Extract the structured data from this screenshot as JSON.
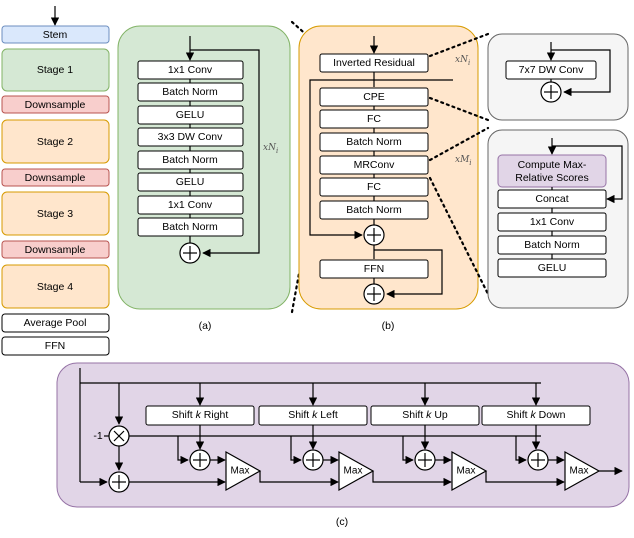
{
  "stages": {
    "stem": "Stem",
    "stage1": "Stage 1",
    "ds1": "Downsample",
    "stage2": "Stage 2",
    "ds2": "Downsample",
    "stage3": "Stage 3",
    "ds3": "Downsample",
    "stage4": "Stage 4",
    "avgpool": "Average Pool",
    "ffn": "FFN"
  },
  "panel_a": {
    "blocks": [
      "1x1 Conv",
      "Batch Norm",
      "GELU",
      "3x3 DW Conv",
      "Batch Norm",
      "GELU",
      "1x1 Conv",
      "Batch Norm"
    ],
    "repeat": "xN",
    "repeat_sub": "i",
    "caption": "(a)"
  },
  "panel_b": {
    "inverted": "Inverted Residual",
    "cpe": "CPE",
    "fc1": "FC",
    "bn1": "Batch Norm",
    "mrconv": "MRConv",
    "fc2": "FC",
    "bn2": "Batch Norm",
    "ffn": "FFN",
    "caption": "(b)",
    "repeat_n": "xN",
    "repeat_n_sub": "i",
    "repeat_m": "xM",
    "repeat_m_sub": "i"
  },
  "panel_right_top": {
    "dwconv": "7x7 DW Conv"
  },
  "panel_right_bottom": {
    "compute_line1": "Compute Max-",
    "compute_line2": "Relative Scores",
    "concat": "Concat",
    "conv": "1x1 Conv",
    "bn": "Batch Norm",
    "gelu": "GELU"
  },
  "panel_c": {
    "shift_prefix": "Shift ",
    "k": "k",
    "right": " Right",
    "left": " Left",
    "up": " Up",
    "down": " Down",
    "neg1": "-1",
    "max": "Max",
    "caption": "(c)"
  },
  "colors": {
    "blue": "#dae8fc",
    "blue_stroke": "#6c8ebf",
    "green": "#d5e8d4",
    "green_stroke": "#82b366",
    "red": "#f8cecc",
    "red_stroke": "#b85450",
    "orange": "#ffe6cc",
    "orange_stroke": "#d79b00",
    "gray": "#f5f5f5",
    "gray_stroke": "#666666",
    "purple": "#e1d5e7",
    "purple_stroke": "#9673a6"
  }
}
